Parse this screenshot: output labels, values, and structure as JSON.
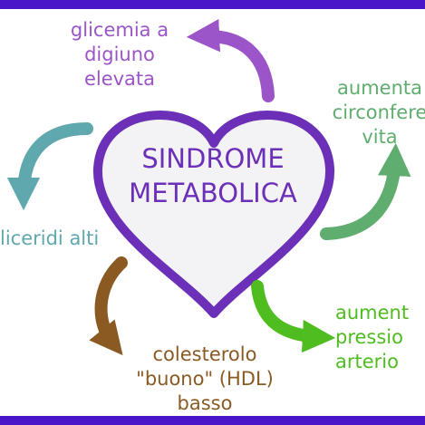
{
  "center": {
    "line1": "SINDROME",
    "line2": "METABOLICA"
  },
  "criteria": {
    "glicemia": {
      "text": "glicemia a\ndigiuno\nelevata",
      "color": "#9b55c9"
    },
    "circonferenza": {
      "text": "aumenta\ncirconfere\nvita",
      "color": "#5fad6f"
    },
    "trigliceridi": {
      "text": "liceridi alti",
      "color": "#5fa8ad"
    },
    "hdl": {
      "text": "colesterolo\n\"buono\" (HDL)\nbasso",
      "color": "#8a5a22"
    },
    "pressione": {
      "text": "aument\npressio\narterio",
      "color": "#4fbd20"
    }
  },
  "colors": {
    "heart_stroke": "#6b2fb8",
    "heart_fill": "#f3f2f4",
    "frame": "#4a14c8"
  }
}
